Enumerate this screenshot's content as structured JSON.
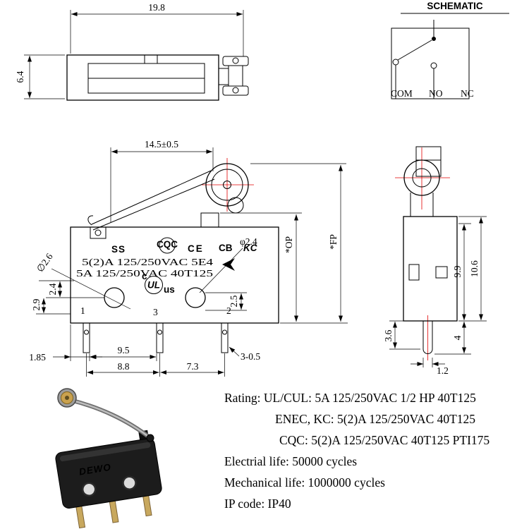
{
  "lever_side_view": {
    "dim_length": "19.8",
    "dim_height": "6.4"
  },
  "schematic": {
    "title": "SCHEMATIC",
    "com": "COM",
    "no": "NO",
    "nc": "NC"
  },
  "front_view": {
    "dim_lever_length": "14.5±0.5",
    "model_series": "SS",
    "marks": {
      "cqc": "CQC",
      "ce": "CE",
      "cb": "CB",
      "kc": "KC",
      "ul": "UL",
      "ul_c": "c",
      "ul_us": "us"
    },
    "rating_line_1": "5(2)A 125/250VAC 5E4",
    "rating_line_2": "5A 125/250VAC 40T125",
    "dim_hole_right": "φ2.4",
    "dim_hole_left": "∅2.6",
    "dim_op": "*OP",
    "dim_fp": "*FP",
    "dim_left_inner": "2.4",
    "dim_left_outer": "2.9",
    "dim_right_hole_offset": "2.5",
    "terminal_left": "1",
    "terminal_middle": "3",
    "terminal_right": "2",
    "dim_pin_offset": "1.85",
    "dim_pin_span_1_3": "9.5",
    "dim_pin_width": "3-0.5",
    "dim_span_8_8": "8.8",
    "dim_span_7_3": "7.3"
  },
  "end_view": {
    "dim_9_9": "9.9",
    "dim_10_6": "10.6",
    "dim_3_6": "3.6",
    "dim_4": "4",
    "dim_1_2": "1.2"
  },
  "photo": {
    "brand": "DEWO"
  },
  "specs": {
    "rating_ul": "Rating: UL/CUL: 5A 125/250VAC 1/2 HP 40T125",
    "rating_enec": "ENEC, KC: 5(2)A 125/250VAC 40T125",
    "rating_cqc": "CQC: 5(2)A 125/250VAC 40T125 PTI175",
    "electrical_life": "Electrial life: 50000 cycles",
    "mechanical_life": "Mechanical life: 1000000 cycles",
    "ip_code": "IP code: IP40"
  }
}
